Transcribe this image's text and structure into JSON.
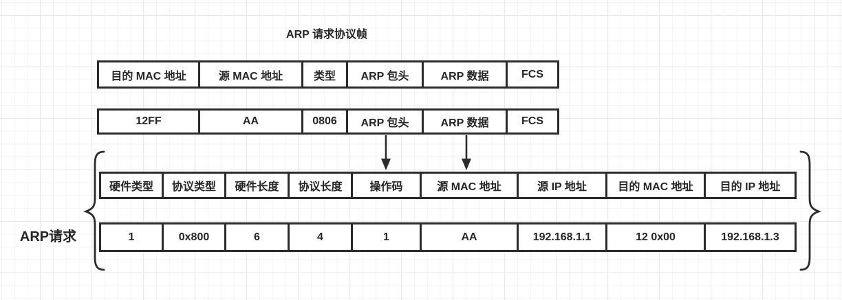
{
  "title": "ARP 请求协议帧",
  "side_label": "ARP请求",
  "colors": {
    "border": "#2b2b2b",
    "text": "#262626",
    "grid_minor": "#f4f4f4",
    "grid_major": "#e9e9e9",
    "bg": "#ffffff"
  },
  "frame_fields": {
    "cells": [
      "目的 MAC 地址",
      "源 MAC 地址",
      "类型",
      "ARP 包头",
      "ARP 数据",
      "FCS"
    ]
  },
  "frame_values": {
    "cells": [
      "12FF",
      "AA",
      "0806",
      "ARP 包头",
      "ARP 数据",
      "FCS"
    ]
  },
  "arp_header_fields": {
    "cells": [
      "硬件类型",
      "协议类型",
      "硬件长度",
      "协议长度",
      "操作码",
      "源 MAC 地址",
      "源 IP 地址",
      "目的 MAC 地址",
      "目的 IP 地址"
    ]
  },
  "arp_header_values": {
    "cells": [
      "1",
      "0x800",
      "6",
      "4",
      "1",
      "AA",
      "192.168.1.1",
      "12 0x00",
      "192.168.1.3"
    ]
  },
  "arrows": [
    {
      "from_cell": "ARP 包头"
    },
    {
      "from_cell": "ARP 数据"
    }
  ]
}
